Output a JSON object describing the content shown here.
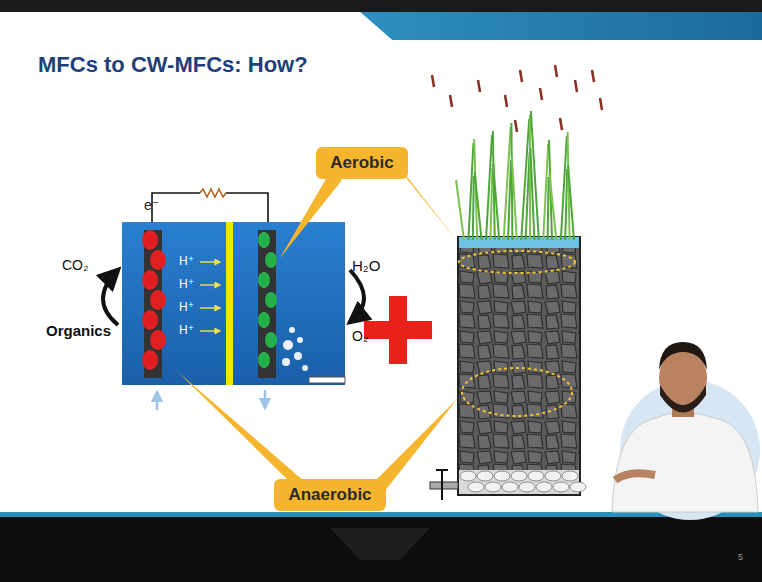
{
  "diagram": {
    "title": "MFCs to CW-MFCs: How?",
    "nodes": [
      {
        "text": [
          "Aerobic"
        ]
      },
      {
        "text": [
          "Anaerobic"
        ]
      }
    ],
    "labels": [
      "e⁻",
      "CO₂",
      "Organics",
      "H⁺",
      "H⁺",
      "H⁺",
      "H⁺",
      "H₂O",
      "O₂",
      "5"
    ]
  }
}
